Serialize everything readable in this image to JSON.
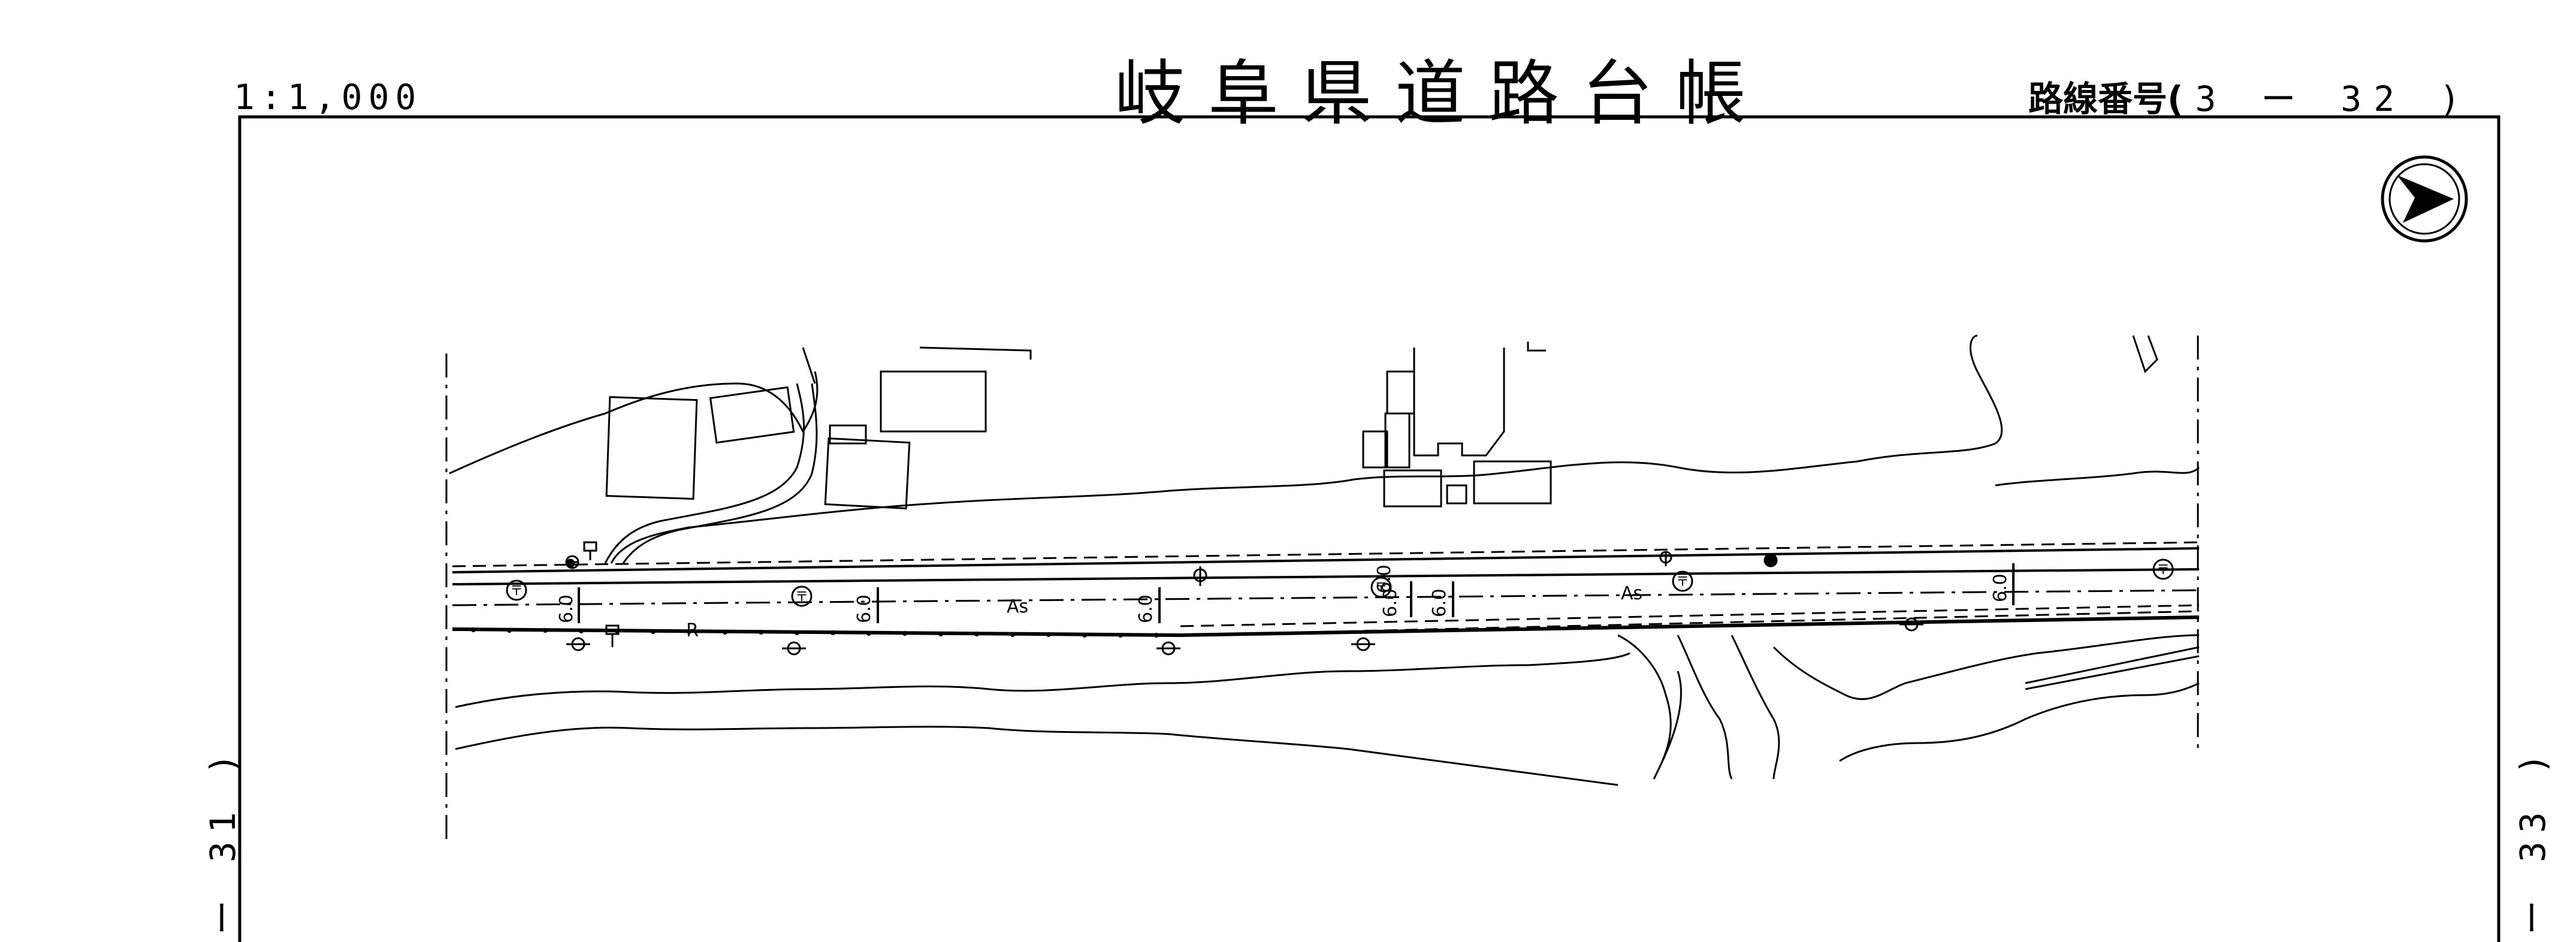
{
  "header": {
    "title": "岐阜県道路台帳",
    "scale": "1:1,000",
    "route_label": "路線番号(",
    "route_number": "3 ー 32 )"
  },
  "side_refs": {
    "left": "ー 31 )",
    "right": "ー 33 )"
  },
  "map": {
    "surface_labels": [
      "As",
      "As"
    ],
    "river_label": "R",
    "width_labels": [
      "6.0",
      "6.0",
      "6.0",
      "6.0",
      "6.0",
      "6.0",
      "6.0"
    ],
    "symbol_labels": [
      "〒",
      "〒",
      "〒",
      "〒",
      "〒"
    ]
  },
  "colors": {
    "ink": "#000000",
    "paper": "#ffffff"
  },
  "icons": [
    "north-arrow-icon",
    "post-office-icon",
    "utility-pole-icon",
    "signal-icon"
  ]
}
